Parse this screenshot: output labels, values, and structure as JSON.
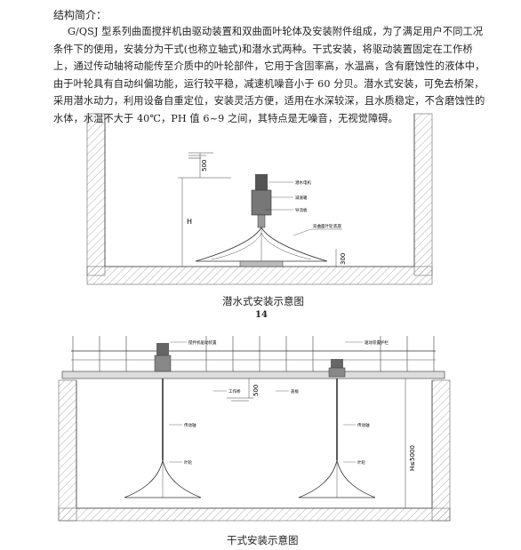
{
  "heading": "结构简介：",
  "paragraph": "G/QSJ 型系列曲面搅拌机由驱动装置和双曲面叶轮体及安装附件组成，为了满足用户不同工况条件下的使用，安装分为干式(也称立轴式)和潜水式两种。干式安装，将驱动装置固定在工作桥上，通过传动轴将动能传至介质中的叶轮部件，它用于含固率高，水温高，含有磨蚀性的液体中，由于叶轮具有自动纠偏功能，运行较平稳，减速机噪音小于 60 分贝。潜水式安装，可免去桥架，采用潜水动力，利用设备自重定位，安装灵活方便，适用在水深较深，且水质稳定，不含磨蚀性的水体，水温不大于 40℃，PH 值 6~9 之间，其特点是无噪音，无视觉障碍。",
  "figure1": {
    "caption": "潜水式安装示意图",
    "page_number": "14",
    "dims": {
      "top": "500",
      "height": "H",
      "bottom": "300"
    },
    "labels": [
      "潜水电机",
      "减速箱",
      "导流板",
      "双曲面叶轮",
      "底座"
    ]
  },
  "figure2": {
    "caption": "干式安装示意图",
    "dims": {
      "top": "500",
      "height": "H≤5000"
    },
    "labels": [
      "搅拌机驱动装置",
      "驱动装置护栏",
      "工作桥",
      "盖板",
      "传动轴",
      "叶轮"
    ]
  }
}
